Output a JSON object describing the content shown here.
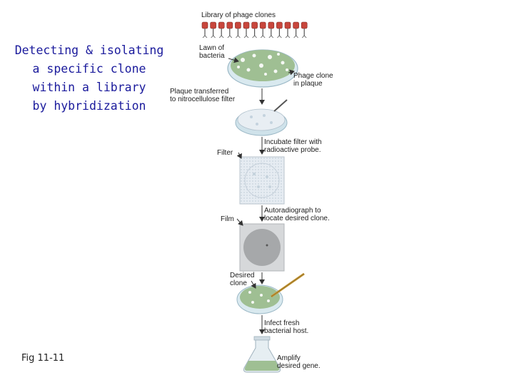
{
  "slide": {
    "title_lines": [
      "Detecting & isolating",
      "a specific clone",
      "within a library",
      "by hybridization"
    ],
    "fig_label": "Fig 11-11"
  },
  "figure": {
    "library_label": "Library of phage clones",
    "lawn_label": [
      "Lawn of",
      "bacteria"
    ],
    "phage_clone_label": [
      "Phage clone",
      "in plaque"
    ],
    "plaque_transferred_label": [
      "Plaque transferred",
      "to nitrocellulose filter"
    ],
    "filter_label": "Filter",
    "incubate_label": [
      "Incubate filter with",
      "radioactive probe."
    ],
    "film_label": "Film",
    "autoradiograph_label": [
      "Autoradiograph to",
      "locate desired clone."
    ],
    "desired_clone_label": [
      "Desired",
      "clone"
    ],
    "infect_label": [
      "Infect fresh",
      "bacterial host."
    ],
    "amplify_label": [
      "Amplify",
      "desired gene."
    ]
  },
  "colors": {
    "title": "#1a1a9c",
    "lawn": "#9fbf93",
    "dish_rim": "#cfe2ea",
    "filter": "#dfe7ee",
    "film": "#a6a8aa",
    "phage_head": "#c8463c",
    "arrow": "#333333"
  }
}
